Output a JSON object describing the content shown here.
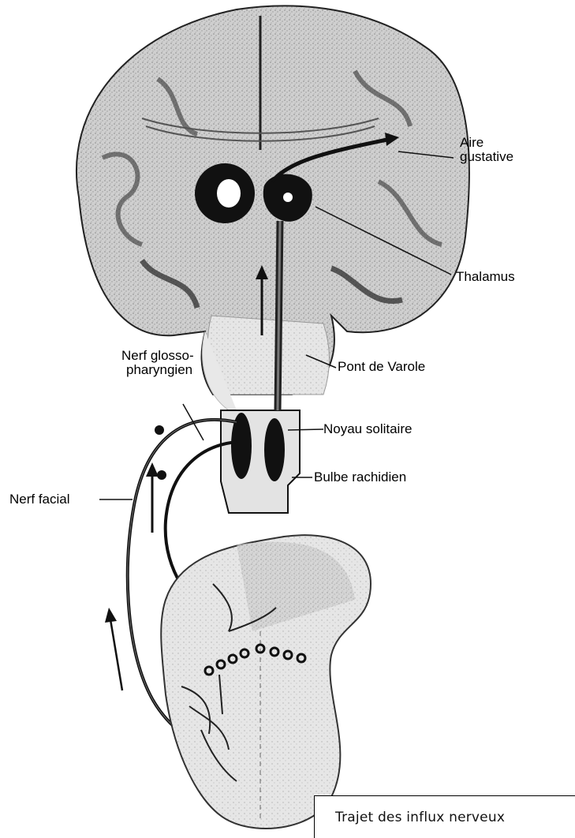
{
  "labels": {
    "aire_gustative": [
      "Aire",
      "gustative"
    ],
    "thalamus": "Thalamus",
    "nerf_glosso": [
      "Nerf glosso-",
      "pharyngien"
    ],
    "pont_de_varole": "Pont de Varole",
    "noyau_solitaire": "Noyau solitaire",
    "bulbe_rachidien": "Bulbe rachidien",
    "nerf_facial": "Nerf facial"
  },
  "caption": "Trajet des influx nerveux"
}
